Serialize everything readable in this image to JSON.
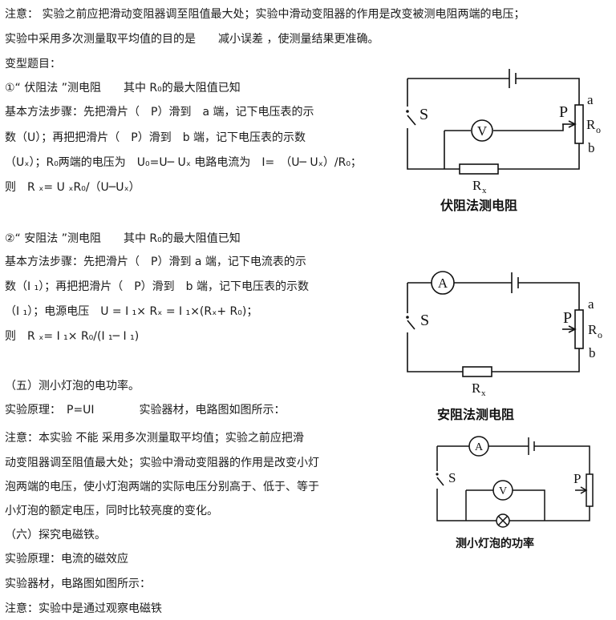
{
  "text_lines": [
    "注意： 实验之前应把滑动变阻器调至阻值最大处；实验中滑动变阻器的作用是改变被测电阻两端的电压；",
    "实验中采用多次测量取平均值的目的是　　减小误差 ，使测量结果更准确。",
    "变型题目：",
    "①“ 伏阻法 ”测电阻　　其中 R₀的最大阻值已知",
    "基本方法步骤：先把滑片（　P）滑到　a 端，记下电压表的示",
    "数（U）；再把把滑片（　P）滑到　b 端，记下电压表的示数",
    "（Uₓ）；R₀两端的电压为　U₀=U─ Uₓ 电路电流为　I=　（U─ Uₓ）/R₀；",
    "则　R ₓ= U ₓR₀/（U─Uₓ）",
    "②“ 安阻法 ”测电阻　　其中 R₀的最大阻值已知",
    "基本方法步骤：先把滑片（　P）滑到 a 端，记下电流表的示",
    "数（I ₁）；再把把滑片（　P）滑到　b 端，记下电压表的示数",
    "（I ₁）；电源电压　U = I ₁× Rₓ = I ₁×(Rₓ+ R₀)；",
    "则　R ₓ= I ₁× R₀/(I ₁─ I ₁)",
    "（五）测小灯泡的电功率。",
    "实验原理：　P=UI　　　　实验器材，电路图如图所示：",
    "注意：本实验 不能 采用多次测量取平均值；实验之前应把滑",
    "动变阻器调至阻值最大处；实验中滑动变阻器的作用是改变小灯",
    "泡两端的电压，使小灯泡两端的实际电压分别高于、低于、等于",
    "小灯泡的额定电压，同时比较亮度的变化。",
    "（六）探究电磁铁。",
    "实验原理：电流的磁效应",
    "实验器材，电路图如图所示：",
    "注意：实验中是通过观察电磁铁"
  ],
  "diagrams": {
    "voltmeter_method": {
      "labels": {
        "s": "S",
        "p": "P",
        "a": "a",
        "r0": "R",
        "r0_sub": "o",
        "b": "b",
        "meter": "V",
        "rx": "R",
        "rx_sub": "x"
      },
      "caption": "伏阻法测电阻"
    },
    "ammeter_method": {
      "labels": {
        "meter": "A",
        "s": "S",
        "p": "P",
        "a": "a",
        "r0": "R",
        "r0_sub": "o",
        "b": "b",
        "rx": "R",
        "rx_sub": "x"
      },
      "caption": "安阻法测电阻"
    },
    "lamp_power": {
      "labels": {
        "meter_a": "A",
        "s": "S",
        "p": "P",
        "meter_v": "V"
      },
      "caption": "测小灯泡的功率"
    }
  }
}
